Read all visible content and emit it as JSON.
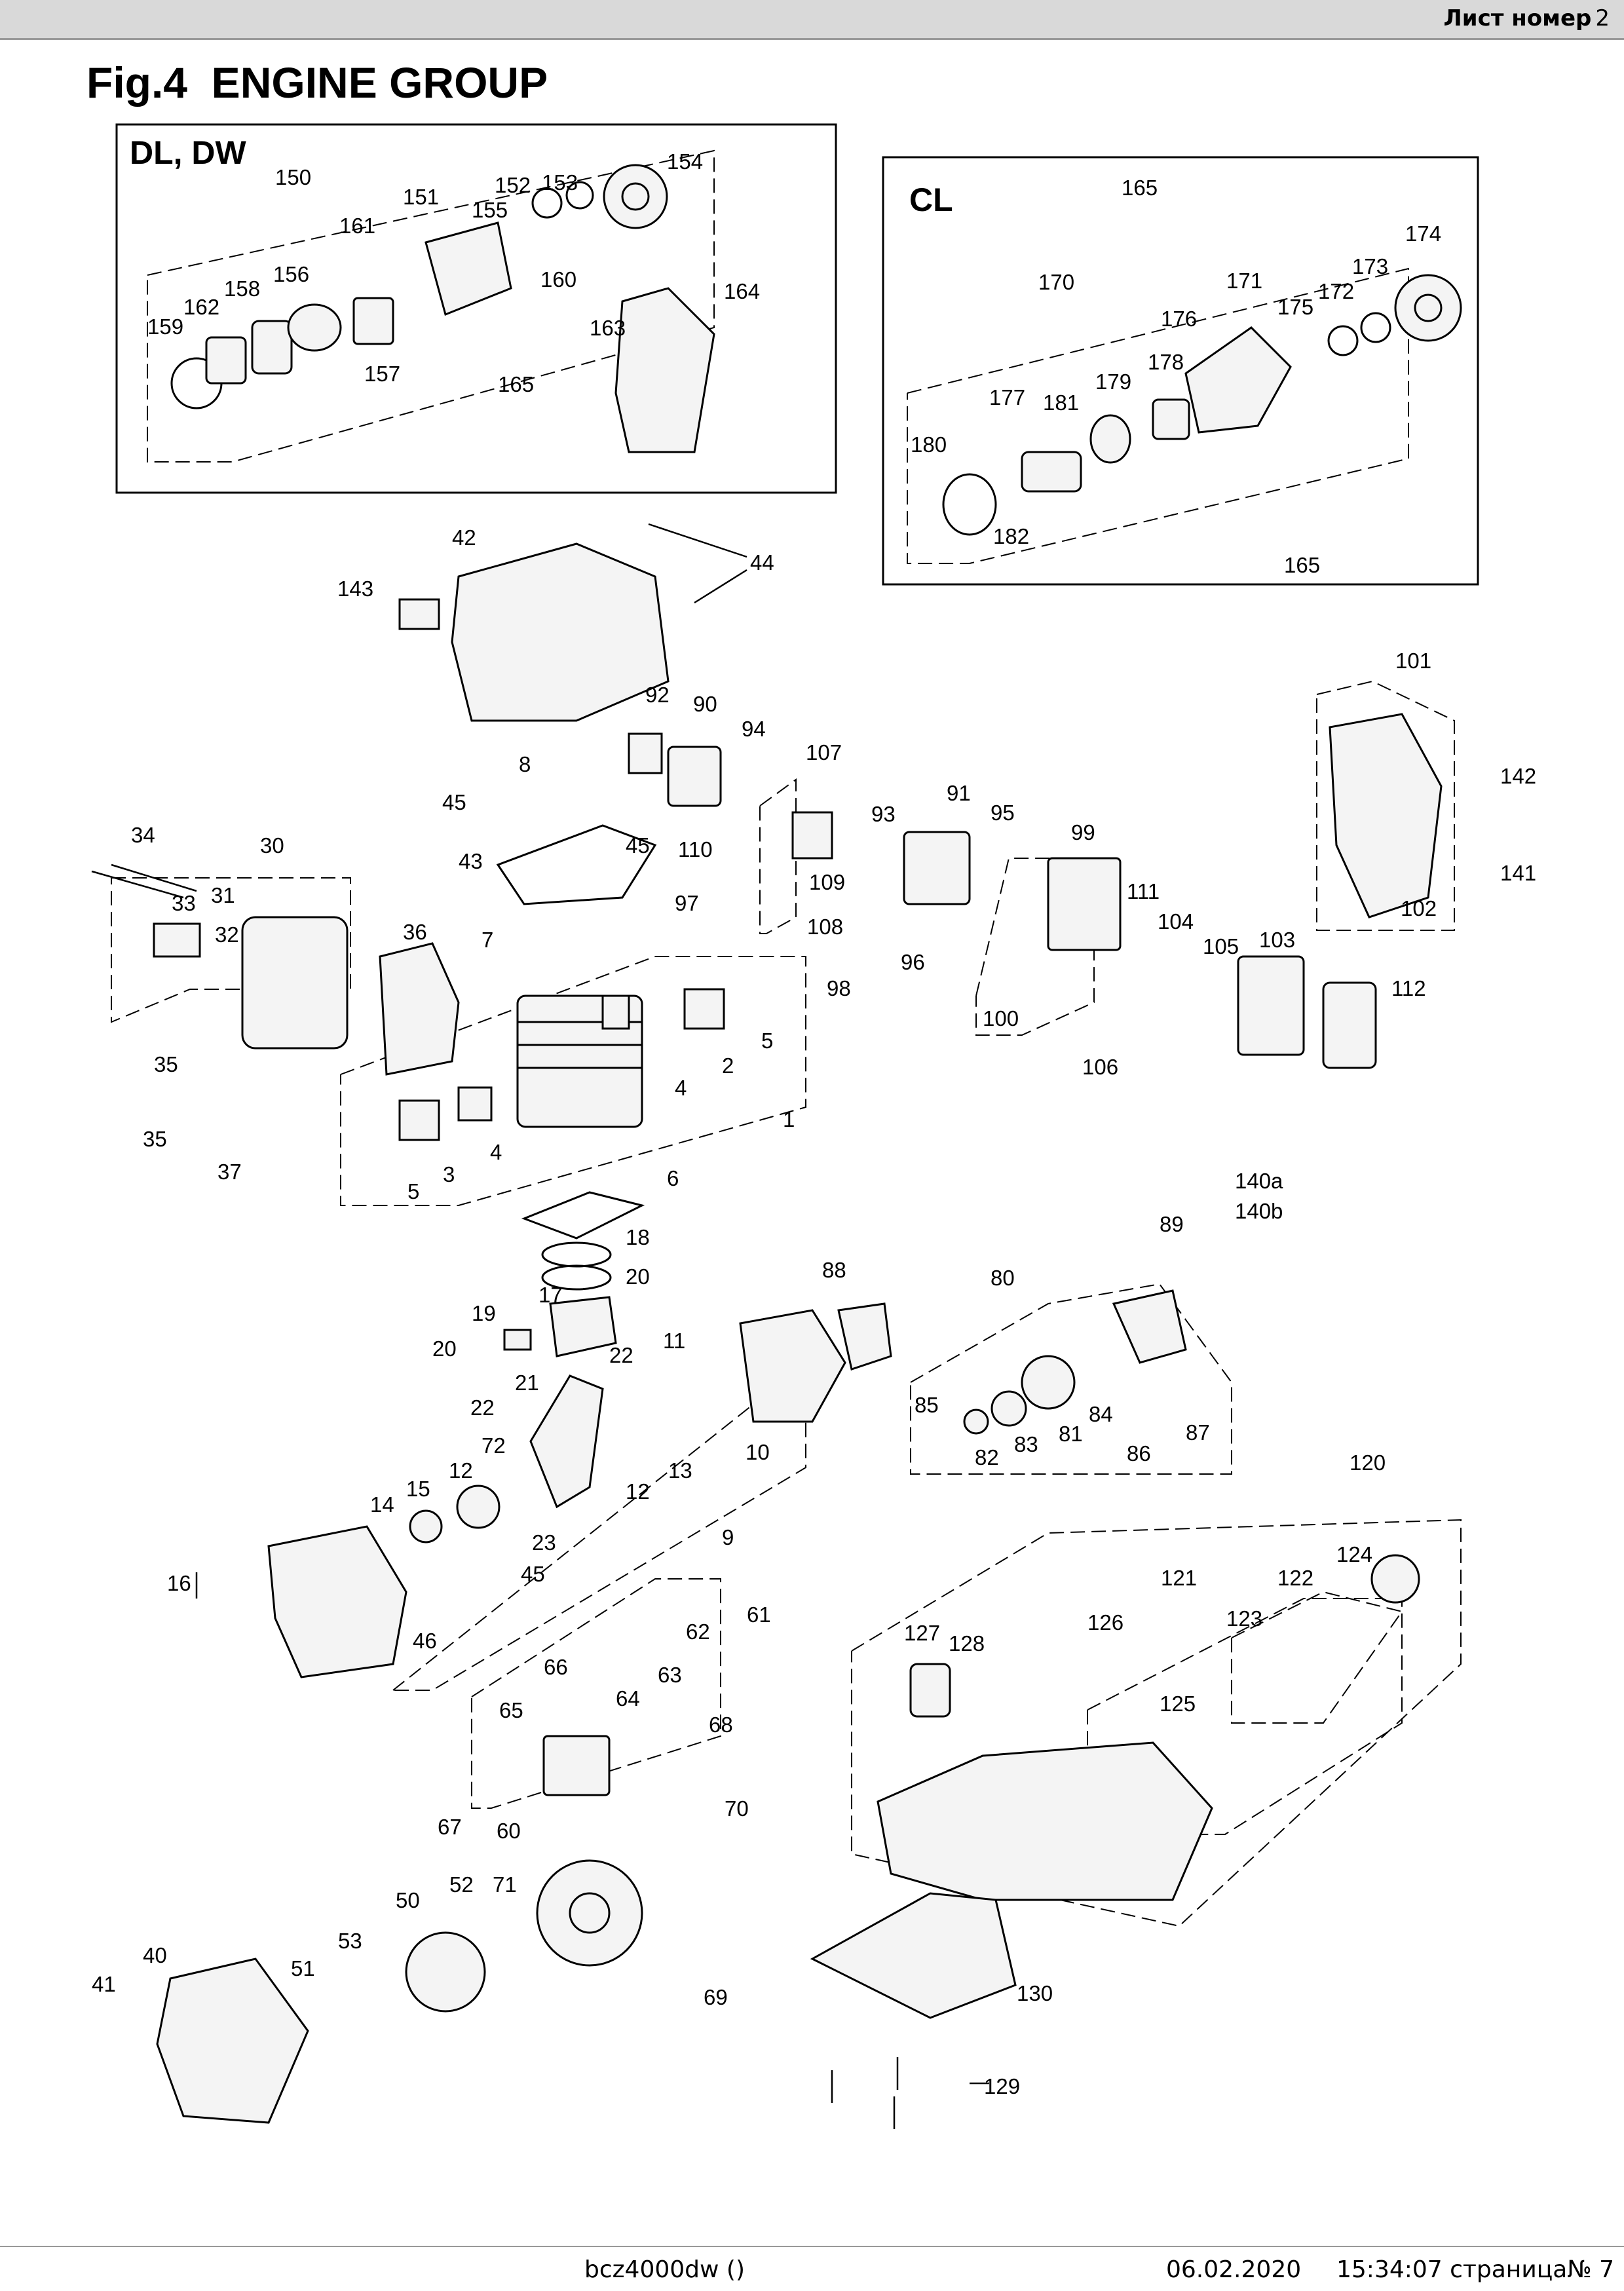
{
  "header": {
    "sheet_label": "Лист номер",
    "sheet_number": "2"
  },
  "title": "Fig.4  ENGINE GROUP",
  "box_labels": {
    "dl_dw": "DL, DW",
    "cl": "CL"
  },
  "callouts": [
    "150",
    "151",
    "152",
    "153",
    "154",
    "155",
    "156",
    "157",
    "158",
    "159",
    "160",
    "161",
    "162",
    "163",
    "164",
    "165",
    "170",
    "171",
    "172",
    "173",
    "174",
    "175",
    "176",
    "177",
    "178",
    "179",
    "180",
    "181",
    "182",
    "42",
    "44",
    "143",
    "101",
    "92",
    "90",
    "94",
    "107",
    "8",
    "45",
    "93",
    "91",
    "95",
    "110",
    "99",
    "142",
    "141",
    "34",
    "30",
    "33",
    "31",
    "32",
    "43",
    "97",
    "109",
    "108",
    "36",
    "7",
    "96",
    "98",
    "111",
    "104",
    "105",
    "103",
    "102",
    "100",
    "112",
    "5",
    "2",
    "4",
    "1",
    "35",
    "37",
    "3",
    "106",
    "6",
    "140a",
    "140b",
    "89",
    "18",
    "88",
    "80",
    "20",
    "19",
    "17",
    "11",
    "85",
    "82",
    "83",
    "81",
    "84",
    "86",
    "87",
    "21",
    "22",
    "72",
    "10",
    "12",
    "13",
    "9",
    "14",
    "15",
    "23",
    "16",
    "46",
    "61",
    "62",
    "63",
    "64",
    "66",
    "65",
    "68",
    "67",
    "70",
    "60",
    "50",
    "52",
    "71",
    "69",
    "53",
    "51",
    "40",
    "41",
    "120",
    "121",
    "122",
    "123",
    "124",
    "125",
    "126",
    "127",
    "128",
    "130",
    "129"
  ],
  "footer": {
    "doc": "bcz4000dw  ()",
    "date": "06.02.2020",
    "time_page": "15:34:07 страница№ 7"
  }
}
